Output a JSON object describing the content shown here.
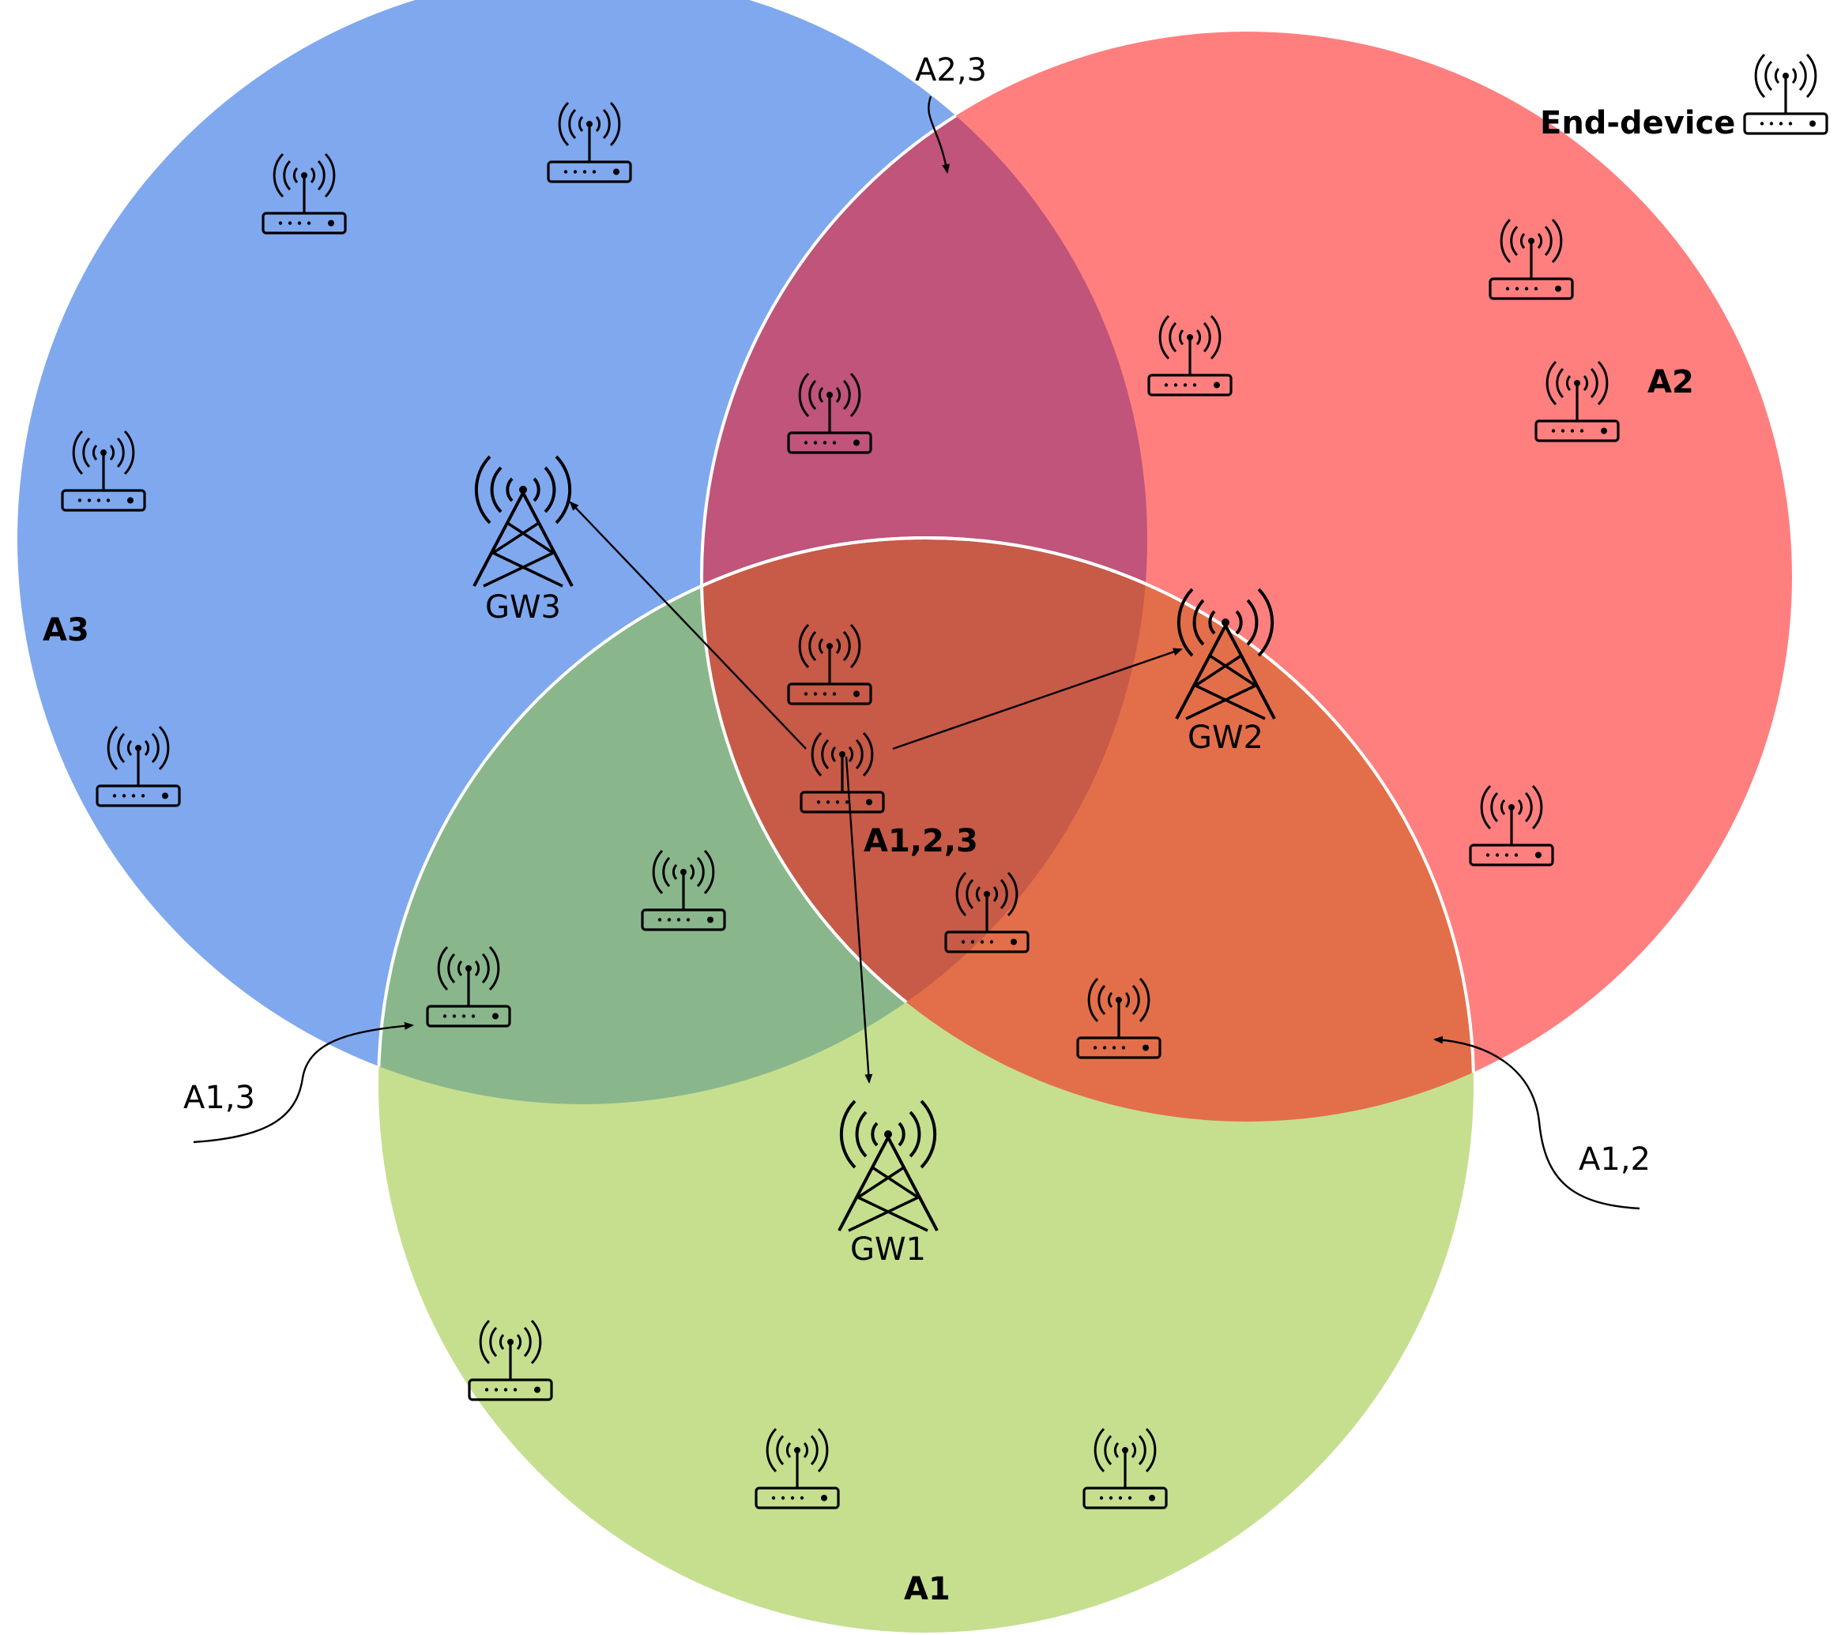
{
  "legend": {
    "label": "End-device"
  },
  "areas": {
    "a1": {
      "label": "A1",
      "color": "#c5df8f"
    },
    "a2": {
      "label": "A2",
      "color": "#ff7f7f"
    },
    "a3": {
      "label": "A3",
      "color": "#7fa8ef"
    }
  },
  "gateways": {
    "gw1": "GW1",
    "gw2": "GW2",
    "gw3": "GW3"
  },
  "overlaps": {
    "a12": "A1,2",
    "a13": "A1,3",
    "a23": "A2,3",
    "a123": "A1,2,3"
  },
  "colors": {
    "overlap_12": "#e36f4a",
    "overlap_13": "#8ab68c",
    "overlap_23": "#c0547a",
    "overlap_123": "#c85a48",
    "outline": "#ffffff",
    "ink": "#000000"
  },
  "icons": {
    "end_device": "router-antenna-icon",
    "gateway": "cell-tower-icon"
  }
}
